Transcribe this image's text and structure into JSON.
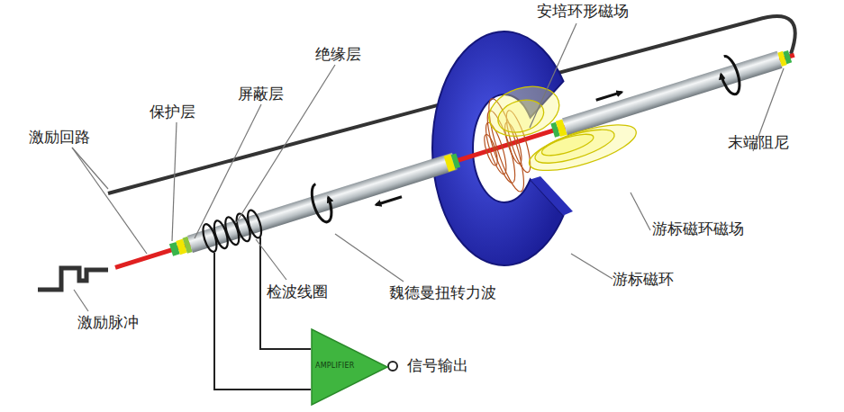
{
  "diagram": {
    "nodes": [
      {
        "text": [
          "AMPLIFIER"
        ]
      }
    ],
    "labels": [
      "安培环形磁场",
      "绝缘层",
      "屏蔽层",
      "保护层",
      "激励回路",
      "末端阻尼",
      "游标磁环磁场",
      "游标磁环",
      "魏德曼扭转力波",
      "检波线圈",
      "激励脉冲",
      "信号输出"
    ]
  }
}
